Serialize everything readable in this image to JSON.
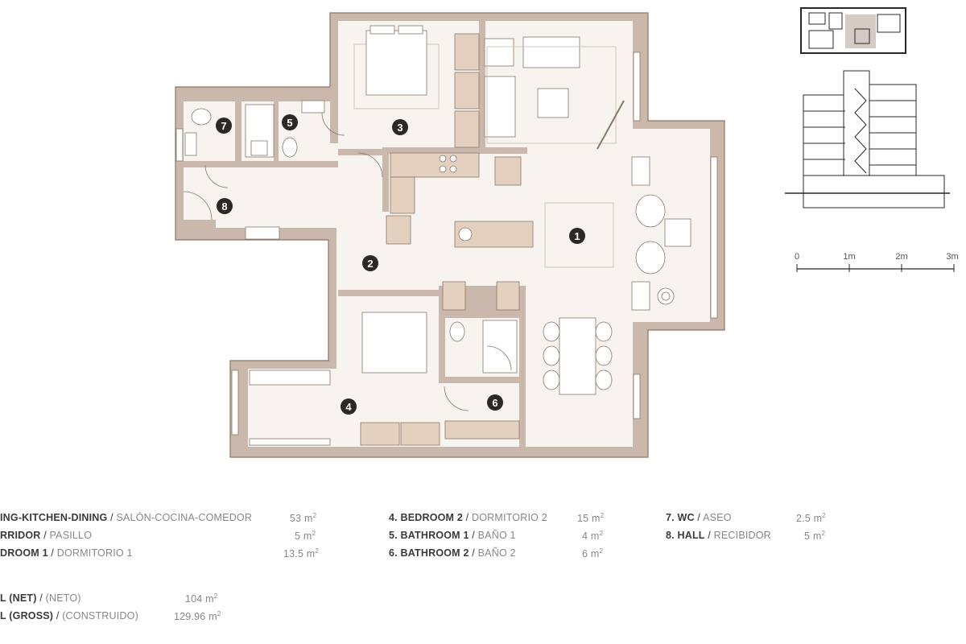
{
  "colors": {
    "wall": "#c9b8ab",
    "wall_stroke": "#8a7768",
    "floor": "#f7f4ef",
    "furniture": "#e3d0bf",
    "marker": "#2b2826",
    "text": "#3b3a38",
    "muted": "#8a8784"
  },
  "room_markers": [
    "1",
    "2",
    "3",
    "4",
    "5",
    "6",
    "7",
    "8"
  ],
  "scale": {
    "labels": [
      "0",
      "1m",
      "2m",
      "3m"
    ]
  },
  "legend": [
    {
      "en": "ING-KITCHEN-DINING",
      "sep": " / ",
      "es": "SALÓN-COCINA-COMEDOR",
      "area": "53 m",
      "unit": "2"
    },
    {
      "en": "RRIDOR",
      "sep": " / ",
      "es": "PASILLO",
      "area": "5 m",
      "unit": "2"
    },
    {
      "en": "DROOM 1",
      "sep": " / ",
      "es": "DORMITORIO 1",
      "area": "13.5 m",
      "unit": "2"
    },
    {
      "en": "4. BEDROOM 2",
      "sep": " / ",
      "es": "DORMITORIO 2",
      "area": "15 m",
      "unit": "2"
    },
    {
      "en": "5. BATHROOM 1",
      "sep": " / ",
      "es": "BAÑO 1",
      "area": "4 m",
      "unit": "2"
    },
    {
      "en": "6. BATHROOM 2",
      "sep": " / ",
      "es": "BAÑO 2",
      "area": "6 m",
      "unit": "2"
    },
    {
      "en": "7. WC",
      "sep": " / ",
      "es": "ASEO",
      "area": "2.5 m",
      "unit": "2"
    },
    {
      "en": "8. HALL",
      "sep": " / ",
      "es": "RECIBIDOR",
      "area": "5 m",
      "unit": "2"
    }
  ],
  "totals": [
    {
      "en": "L (NET)",
      "sep": " / ",
      "es": "(NETO)",
      "area": "104 m",
      "unit": "2"
    },
    {
      "en": "L (GROSS)",
      "sep": " / ",
      "es": "(CONSTRUIDO)",
      "area": "129.96 m",
      "unit": "2"
    }
  ]
}
